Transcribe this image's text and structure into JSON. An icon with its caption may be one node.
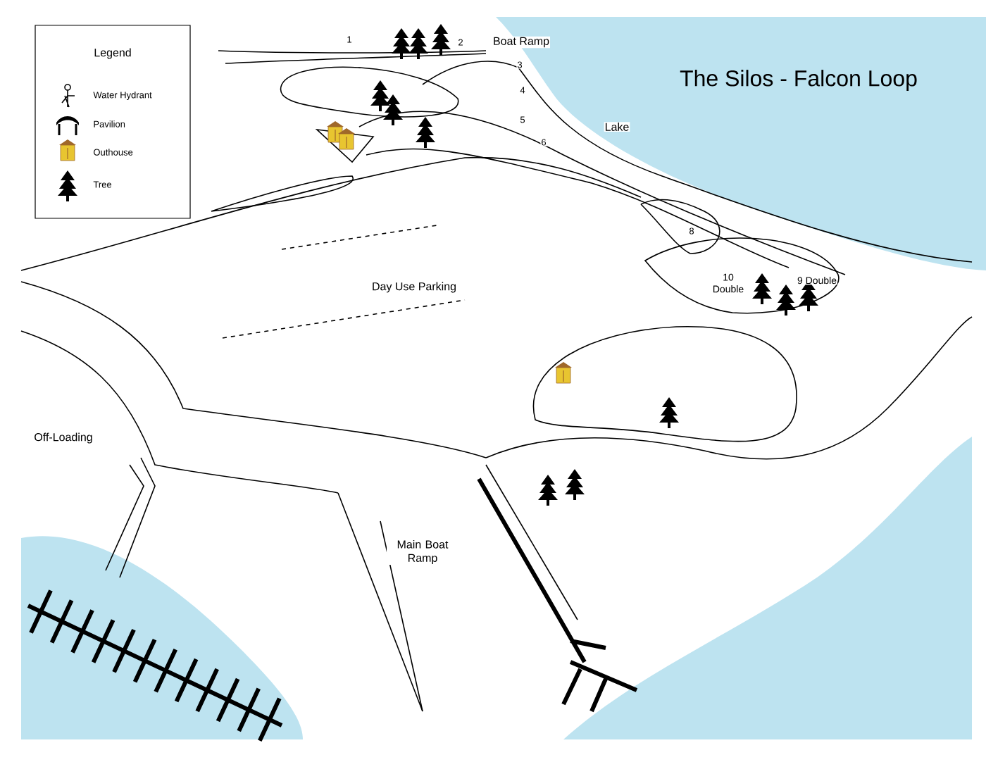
{
  "diagram": {
    "title": "The Silos - Falcon Loop",
    "labels": [
      "Legend",
      "1",
      "2",
      "Boat Ramp",
      "3",
      "4",
      "5",
      "6",
      "Lake",
      "8",
      "10 Double",
      "9 Double",
      "Day Use Parking",
      "Off-Loading",
      "Main Boat Ramp"
    ],
    "legend": [
      {
        "text": "Water Hydrant"
      },
      {
        "text": "Pavilion"
      },
      {
        "text": "Outhouse"
      },
      {
        "text": "Tree"
      }
    ]
  }
}
